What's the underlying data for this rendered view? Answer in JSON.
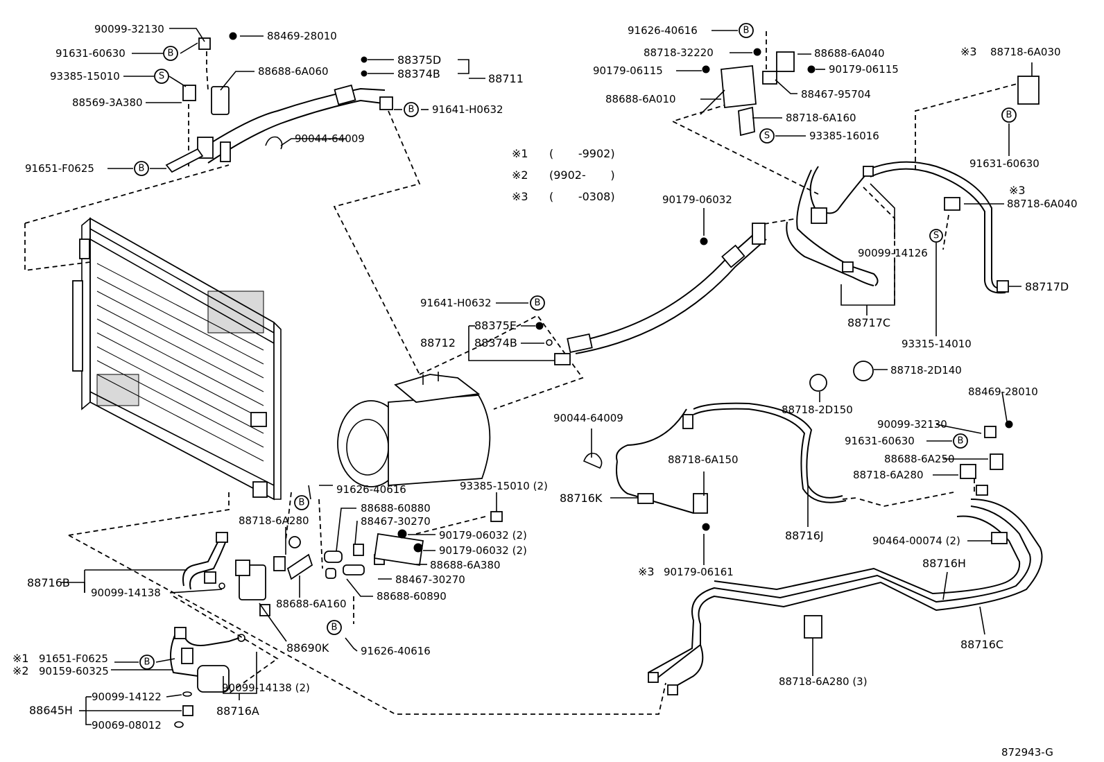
{
  "labels": {
    "l90099_32130_a": "90099-32130",
    "l88469_28010_a": "88469-28010",
    "l91631_60630_a": "91631-60630",
    "l93385_15010": "93385-15010",
    "l88688_6A060": "88688-6A060",
    "l88375D": "88375D",
    "l88374B_a": "88374B",
    "l88711": "88711",
    "l88569_3A380": "88569-3A380",
    "l91641_H0632_a": "91641-H0632",
    "l90044_64009_a": "90044-64009",
    "l91651_F0625_a": "91651-F0625",
    "l91626_40616_a": "91626-40616",
    "l88718_32220": "88718-32220",
    "l88688_6A040": "88688-6A040",
    "l90179_06115_a": "90179-06115",
    "l90179_06115_b": "90179-06115",
    "l88467_95704": "88467-95704",
    "l88688_6A010": "88688-6A010",
    "l88718_6A160": "88718-6A160",
    "l93385_16016": "93385-16016",
    "l88718_6A030": "88718-6A030",
    "l91631_60630_b": "91631-60630",
    "l90179_06032_a": "90179-06032",
    "l88718_6A040": "88718-6A040",
    "l90099_14126": "90099-14126",
    "l88717D": "88717D",
    "l88717C": "88717C",
    "l93315_14010": "93315-14010",
    "l91641_H0632_b": "91641-H0632",
    "l88375E": "88375E",
    "l88712": "88712",
    "l88374B_b": "88374B",
    "l88718_2D140": "88718-2D140",
    "l88718_2D150": "88718-2D150",
    "l88469_28010_b": "88469-28010",
    "l90099_32130_b": "90099-32130",
    "l91631_60630_c": "91631-60630",
    "l88688_6A250": "88688-6A250",
    "l88718_6A280_a": "88718-6A280",
    "l90044_64009_b": "90044-64009",
    "l88718_6A150": "88718-6A150",
    "l88716K": "88716K",
    "l88716J": "88716J",
    "l90179_06161": "90179-06161",
    "l90464_00074": "90464-00074 (2)",
    "l88716H": "88716H",
    "l88716C": "88716C",
    "l88718_6A280_c": "88718-6A280 (3)",
    "l91626_40616_b": "91626-40616",
    "l93385_15010_2": "93385-15010 (2)",
    "l88688_60880": "88688-60880",
    "l88467_30270_a": "88467-30270",
    "l90179_06032_b": "90179-06032 (2)",
    "l90179_06032_c": "90179-06032 (2)",
    "l88688_6A380": "88688-6A380",
    "l88467_30270_b": "88467-30270",
    "l88688_60890": "88688-60890",
    "l88718_6A280_b": "88718-6A280",
    "l88688_6A160": "88688-6A160",
    "l88716B": "88716B",
    "l90099_14138_a": "90099-14138",
    "l88690K": "88690K",
    "l91626_40616_c": "91626-40616",
    "l91651_F0625_b": "91651-F0625",
    "l90159_60325": "90159-60325",
    "l90099_14138_b": "90099-14138 (2)",
    "l90099_14122": "90099-14122",
    "l88645H": "88645H",
    "l88716A": "88716A",
    "l90069_08012": "90069-08012"
  },
  "circle_marks": {
    "b": "B",
    "s": "S"
  },
  "markers": {
    "kome1": "※1",
    "kome2": "※2",
    "kome3": "※3"
  },
  "notes": [
    {
      "mark": "※1",
      "range": "(       -9902)"
    },
    {
      "mark": "※2",
      "range": "(9902-       )"
    },
    {
      "mark": "※3",
      "range": "(       -0308)"
    }
  ],
  "figure_id": "872943-G"
}
